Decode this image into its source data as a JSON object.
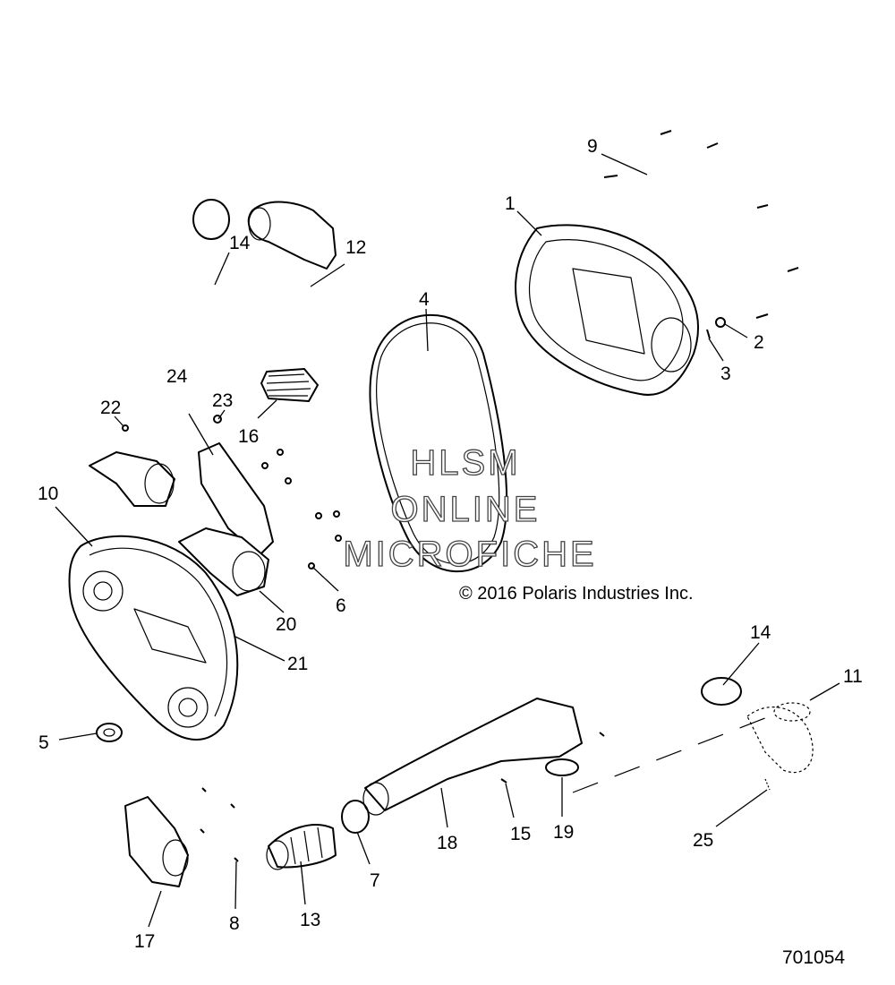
{
  "callouts": [
    "1",
    "2",
    "3",
    "4",
    "5",
    "6",
    "7",
    "8",
    "9",
    "10",
    "11",
    "12",
    "13",
    "14",
    "14",
    "15",
    "16",
    "17",
    "18",
    "19",
    "20",
    "21",
    "22",
    "23",
    "24",
    "25"
  ],
  "watermark": {
    "line1": "HLSM",
    "line2": "ONLINE",
    "line3": "MICROFICHE"
  },
  "copyright": "© 2016 Polaris Industries Inc.",
  "drawing_number": "701054"
}
